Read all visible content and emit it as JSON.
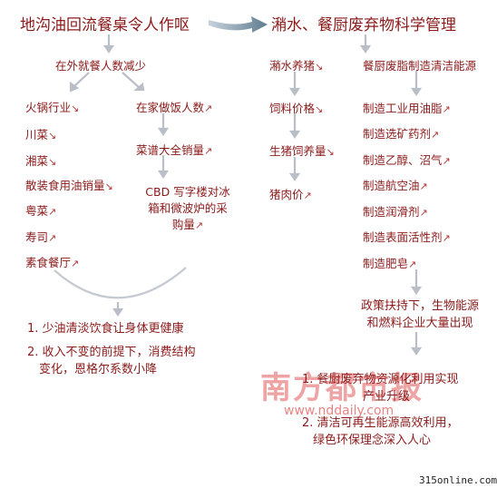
{
  "left_title": "地沟油回流餐桌令人作呕",
  "right_title": "潲水、餐厨废弃物科学管理",
  "left": {
    "dining_out": "在外就餐人数减少",
    "col_a": [
      {
        "text": "火锅行业",
        "arrow": "↘"
      },
      {
        "text": "川菜",
        "arrow": "↘"
      },
      {
        "text": "湘菜",
        "arrow": "↘"
      },
      {
        "text": "散装食用油销量",
        "arrow": "↘"
      },
      {
        "text": "粤菜",
        "arrow": "↗"
      },
      {
        "text": "寿司",
        "arrow": "↗"
      },
      {
        "text": "素食餐厅",
        "arrow": "↗"
      }
    ],
    "col_b": [
      {
        "text": "在家做饭人数",
        "arrow": "↗"
      },
      {
        "text": "菜谱大全销量",
        "arrow": "↗"
      }
    ],
    "cbd": {
      "line1": "CBD 写字楼对冰",
      "line2": "箱和微波炉的采",
      "line3": "购量",
      "arrow": "↗"
    },
    "conclusions": [
      "1. 少油清淡饮食让身体更健康",
      "2. 收入不变的前提下，消费结构",
      "变化，恩格尔系数小降"
    ]
  },
  "right": {
    "col_a": [
      {
        "text": "潲水养猪",
        "arrow": "↘"
      },
      {
        "text": "饲料价格",
        "arrow": "↘"
      },
      {
        "text": "生猪饲养量",
        "arrow": "↘"
      },
      {
        "text": "猪肉价",
        "arrow": "↗"
      }
    ],
    "col_b": [
      {
        "text": "餐厨废脂制造清洁能源",
        "arrow": ""
      },
      {
        "text": "制造工业用油脂",
        "arrow": "↗"
      },
      {
        "text": "制造选矿药剂",
        "arrow": "↗"
      },
      {
        "text": "制造乙醇、沼气",
        "arrow": "↗"
      },
      {
        "text": "制造航空油",
        "arrow": "↗"
      },
      {
        "text": "制造润滑剂",
        "arrow": "↗"
      },
      {
        "text": "制造表面活性剂",
        "arrow": "↗"
      },
      {
        "text": "制造肥皂",
        "arrow": "↗"
      }
    ],
    "policy": {
      "line1": "政策扶持下，生物能源",
      "line2": "和燃料企业大量出现"
    },
    "outcomes": [
      "1. 餐厨废弃物资源化利用实现",
      "产业升级",
      "2. 清洁可再生能源高效利用，",
      "绿色环保理念深入人心"
    ]
  },
  "watermark": {
    "name": "南方都市报",
    "url": "www.nddaily.com"
  },
  "corner_mark": "315online.com",
  "colors": {
    "text": "#8b1a1a",
    "connector": "#b9bec7",
    "arrow_big": "#6f8a9c"
  }
}
